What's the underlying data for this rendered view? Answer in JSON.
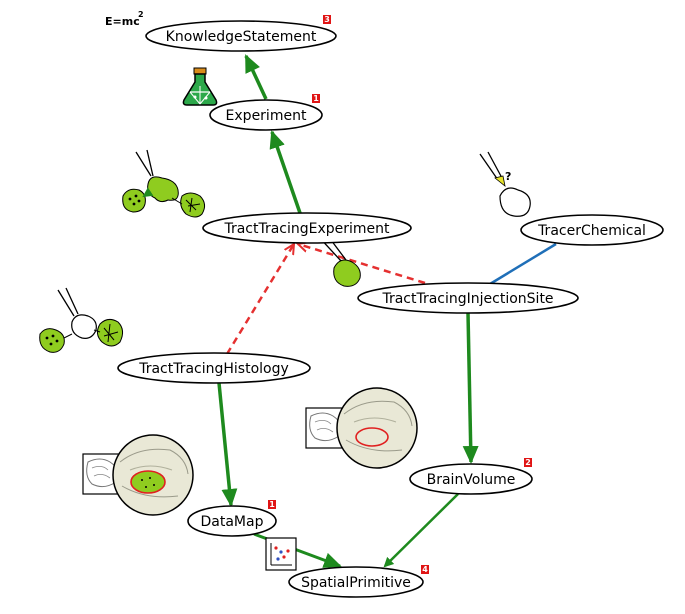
{
  "formula": {
    "base": "E=mc",
    "exponent": "2"
  },
  "nodes": {
    "knowledge_statement": {
      "label": "KnowledgeStatement",
      "badge": "3"
    },
    "experiment": {
      "label": "Experiment",
      "badge": "1"
    },
    "tract_tracing_experiment": {
      "label": "TractTracingExperiment"
    },
    "tracer_chemical": {
      "label": "TracerChemical"
    },
    "tract_tracing_injection_site": {
      "label": "TractTracingInjectionSite"
    },
    "tract_tracing_histology": {
      "label": "TractTracingHistology"
    },
    "brain_volume": {
      "label": "BrainVolume",
      "badge": "2"
    },
    "data_map": {
      "label": "DataMap",
      "badge": "1"
    },
    "spatial_primitive": {
      "label": "SpatialPrimitive",
      "badge": "4"
    }
  },
  "icons": {
    "tracer_symbol": "?"
  },
  "colors": {
    "green_edge": "#1e8a1e",
    "red_dashed_edge": "#e53030",
    "blue_edge": "#1f6fb8",
    "badge": "#e01515",
    "tissue_green": "#8fcc1f"
  }
}
